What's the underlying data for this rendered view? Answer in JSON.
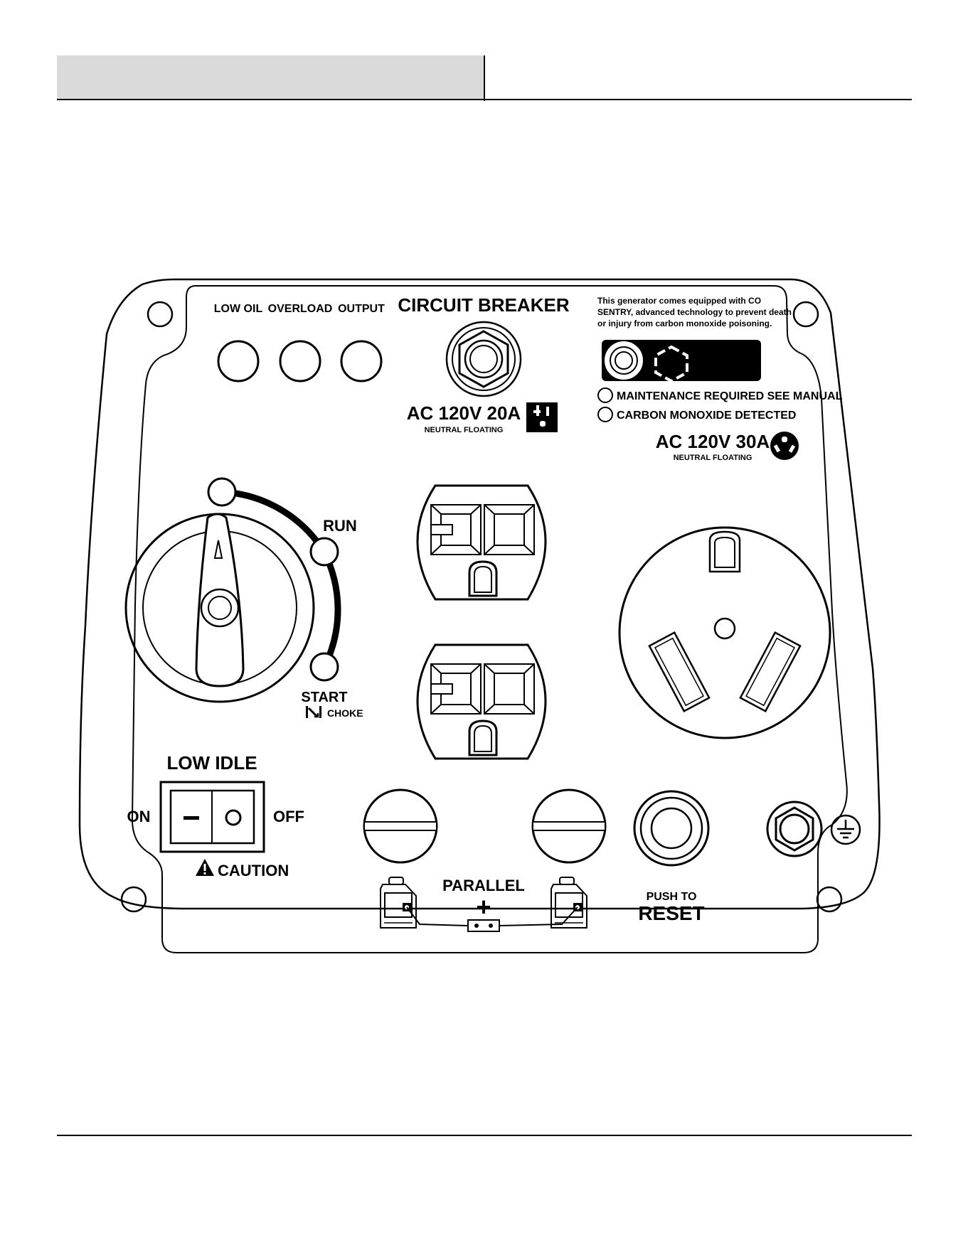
{
  "indicators": {
    "low_oil": "LOW OIL",
    "overload": "OVERLOAD",
    "output": "OUTPUT"
  },
  "circuit_breaker": {
    "title": "CIRCUIT BREAKER",
    "rating": "AC 120V 20A",
    "note": "NEUTRAL FLOATING"
  },
  "co_sentry": {
    "line1": "This generator comes equipped with CO",
    "line2": "SENTRY, advanced technology to prevent death",
    "line3": "or injury from carbon monoxide poisoning.",
    "maintenance": "MAINTENANCE REQUIRED SEE MANUAL",
    "co_detected": "CARBON MONOXIDE DETECTED"
  },
  "outlet_30a": {
    "rating": "AC 120V 30A",
    "note": "NEUTRAL FLOATING"
  },
  "choke_dial": {
    "run": "RUN",
    "start": "START",
    "choke": "CHOKE"
  },
  "low_idle": {
    "title": "LOW IDLE",
    "on": "ON",
    "off": "OFF",
    "caution": "CAUTION"
  },
  "parallel": {
    "label": "PARALLEL",
    "plus": "+"
  },
  "reset": {
    "line1": "PUSH TO",
    "line2": "RESET"
  }
}
